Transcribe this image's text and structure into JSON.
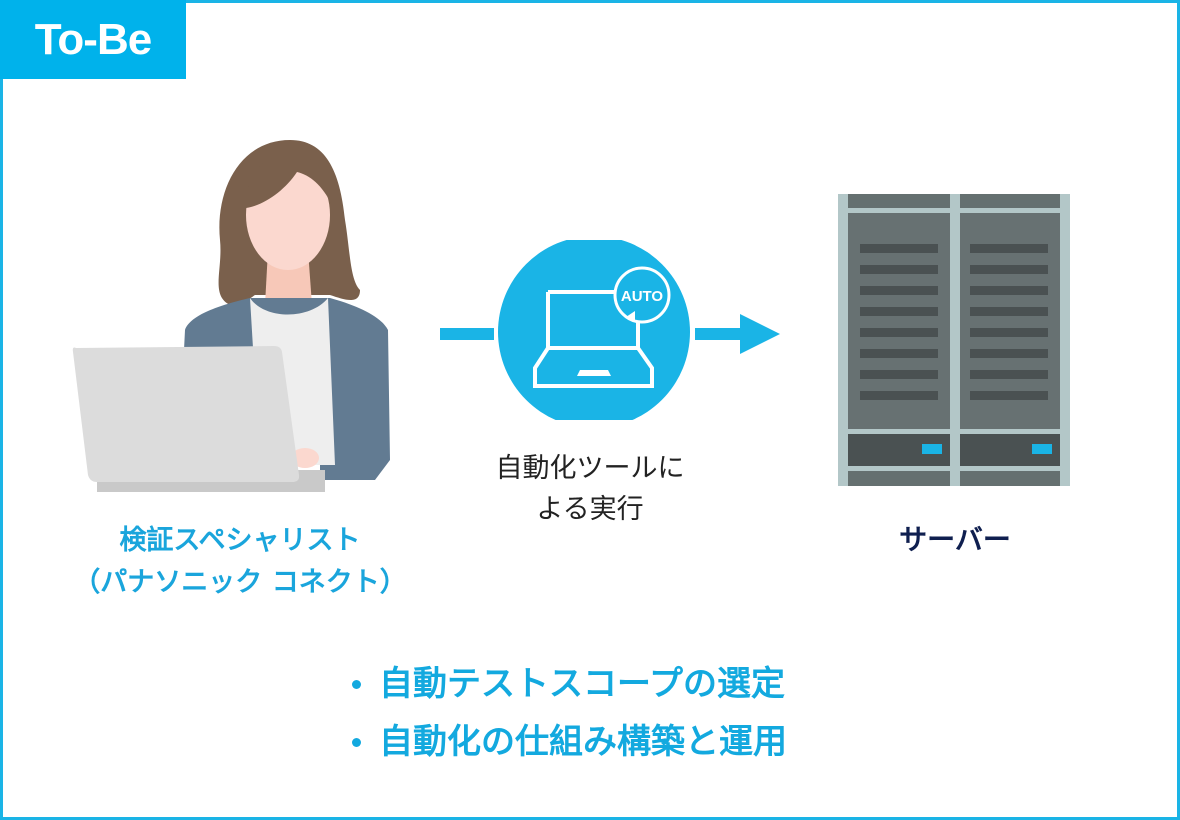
{
  "tag": {
    "label": "To-Be"
  },
  "actor": {
    "label_line1": "検証スペシャリスト",
    "label_line2": "（パナソニック コネクト）",
    "icon": "woman-at-laptop-illustration"
  },
  "process": {
    "badge_text": "AUTO",
    "caption_line1": "自動化ツールに",
    "caption_line2": "よる実行",
    "icon": "laptop-auto-icon"
  },
  "target": {
    "label": "サーバー",
    "icon": "server-rack-icon"
  },
  "bullets": [
    {
      "text": "自動テストスコープの選定"
    },
    {
      "text": "自動化の仕組み構築と運用"
    }
  ],
  "colors": {
    "accent": "#00b2eb",
    "label_dark": "#0f1f4f"
  }
}
